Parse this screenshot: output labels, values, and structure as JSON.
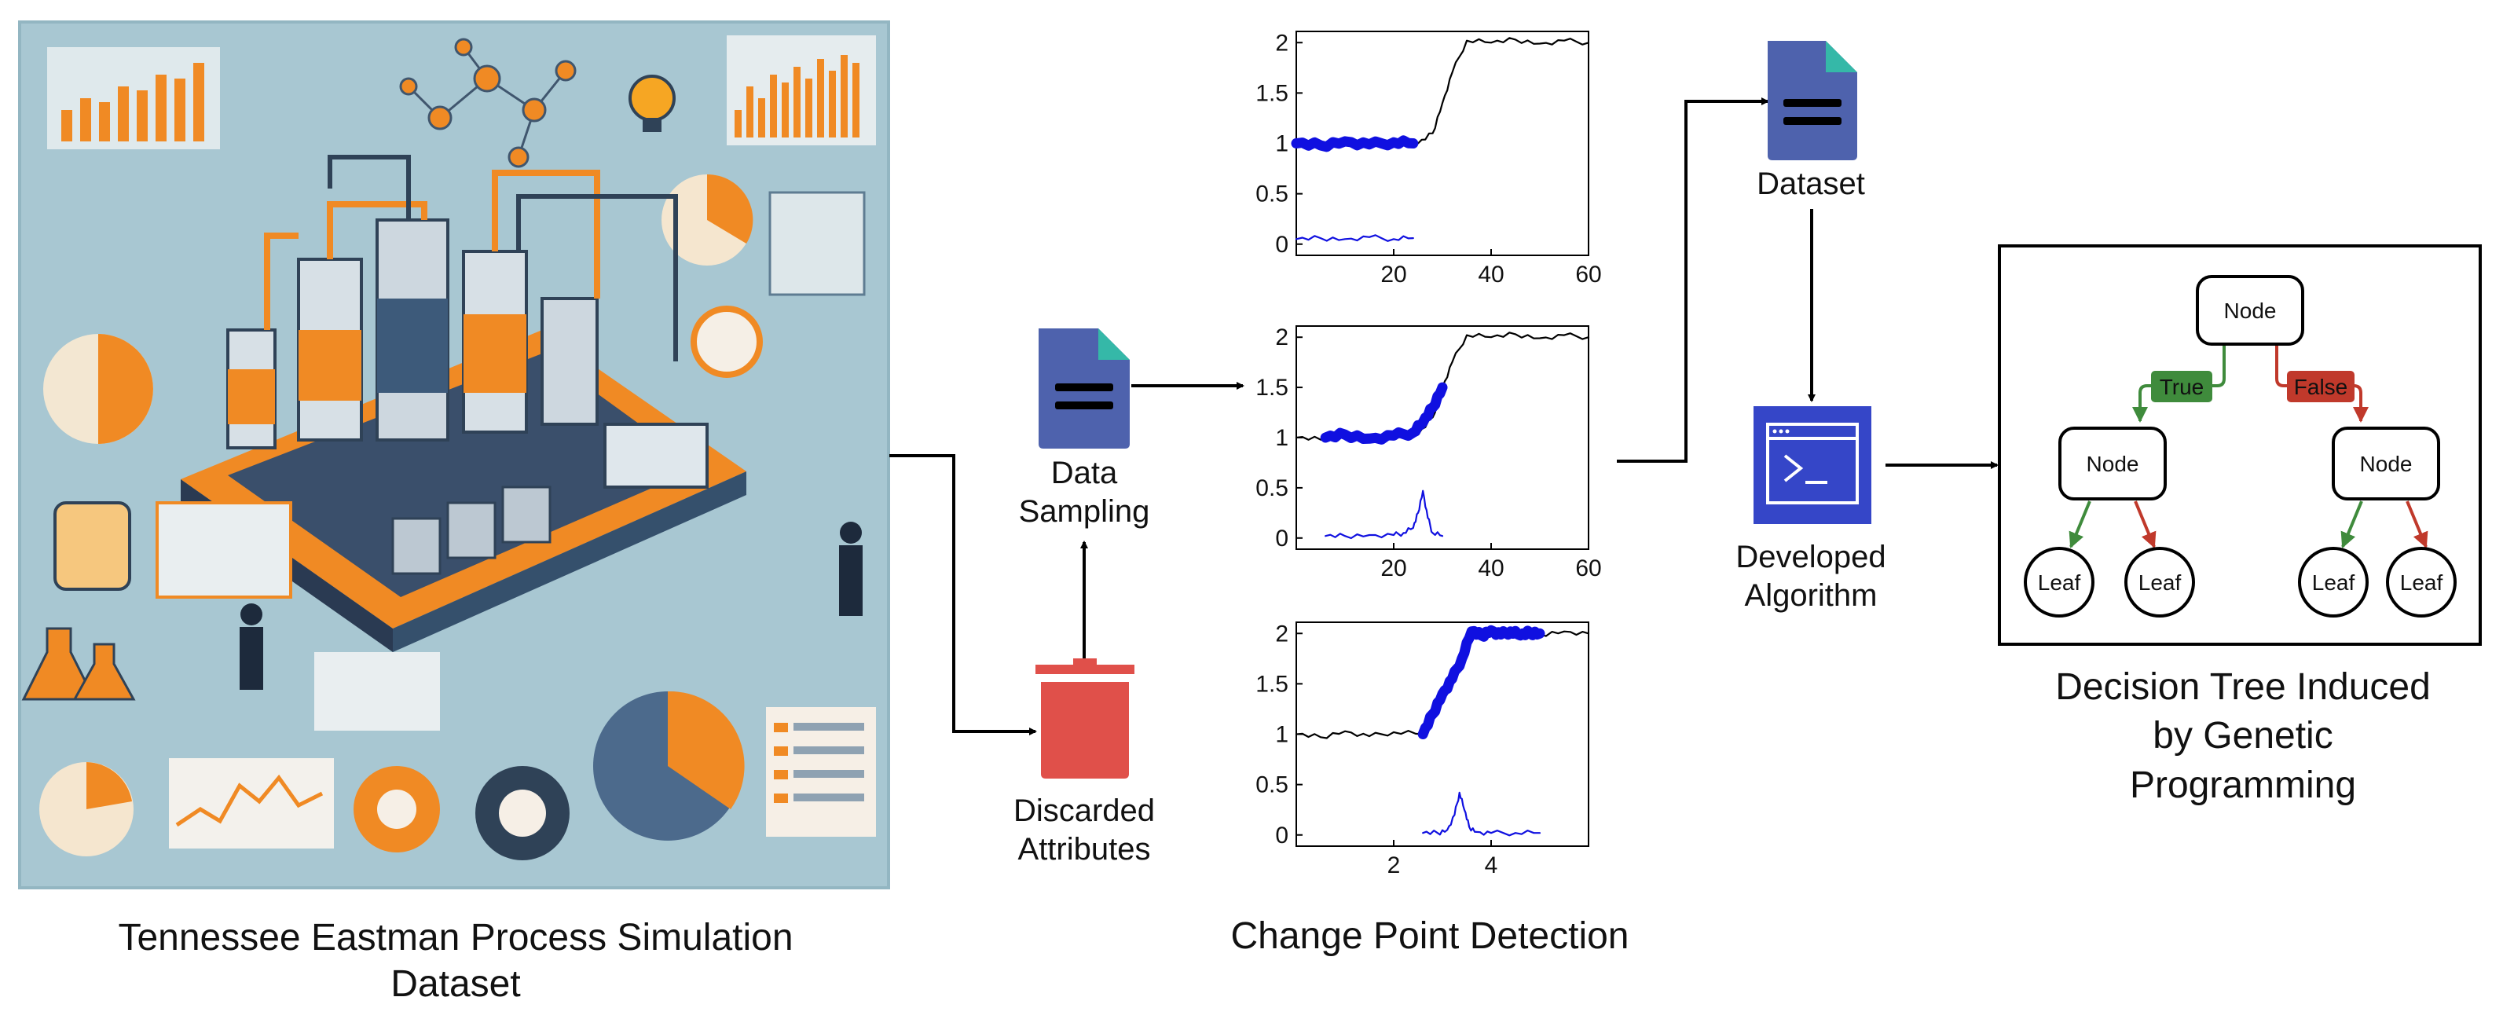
{
  "labels": {
    "tep_dataset_line1": "Tennessee Eastman Process Simulation",
    "tep_dataset_line2": "Dataset",
    "data_sampling_line1": "Data",
    "data_sampling_line2": "Sampling",
    "discarded_line1": "Discarded",
    "discarded_line2": "Attributes",
    "change_point": "Change Point Detection",
    "dataset": "Dataset",
    "algorithm_line1": "Developed",
    "algorithm_line2": "Algorithm",
    "dt_line1": "Decision Tree Induced",
    "dt_line2": "by Genetic",
    "dt_line3": "Programming"
  },
  "icons": {
    "process_image": "industrial-process-infographic-icon",
    "data_sampling": "document-icon",
    "discarded": "trash-icon",
    "dataset": "document-icon",
    "algorithm": "terminal-window-icon"
  },
  "colors": {
    "doc_blue": "#4e62ad",
    "doc_corner": "#35b8a8",
    "trash_red": "#e0504a",
    "algo_blue": "#3546c8",
    "true_green": "#3f8b3c",
    "false_red": "#c0392b",
    "series_blue": "#1010e0"
  },
  "tree": {
    "root": "Node",
    "left": "Node",
    "right": "Node",
    "leaves": [
      "Leaf",
      "Leaf",
      "Leaf",
      "Leaf"
    ],
    "true_label": "True",
    "false_label": "False"
  },
  "chart_data": [
    {
      "type": "line",
      "xlim": [
        0,
        60
      ],
      "ylim": [
        0,
        2
      ],
      "xticks": [
        20,
        40,
        60
      ],
      "yticks": [
        0,
        0.5,
        1,
        1.5,
        2
      ],
      "ytick_labels": [
        "0",
        "0.5",
        "1",
        "1.5",
        "2"
      ],
      "series": [
        {
          "role": "signal",
          "x": [
            0,
            5,
            10,
            15,
            20,
            25,
            28,
            30,
            32,
            35,
            40,
            45,
            50,
            55,
            60
          ],
          "values": [
            1.0,
            0.98,
            1.02,
            0.99,
            1.01,
            1.0,
            1.1,
            1.4,
            1.7,
            2.02,
            2.0,
            2.03,
            1.99,
            2.02,
            2.0
          ]
        },
        {
          "role": "window",
          "x": [
            0,
            5,
            10,
            15,
            20,
            24
          ],
          "values": [
            1.0,
            0.98,
            1.02,
            0.99,
            1.01,
            1.0
          ]
        },
        {
          "role": "score",
          "x": [
            0,
            5,
            10,
            15,
            20,
            24
          ],
          "values": [
            0.05,
            0.06,
            0.05,
            0.07,
            0.05,
            0.06
          ]
        }
      ]
    },
    {
      "type": "line",
      "xlim": [
        0,
        60
      ],
      "ylim": [
        0,
        2
      ],
      "xticks": [
        20,
        40,
        60
      ],
      "yticks": [
        0,
        0.5,
        1,
        1.5,
        2
      ],
      "ytick_labels": [
        "0",
        "0.5",
        "1",
        "1.5",
        "2"
      ],
      "series": [
        {
          "role": "signal",
          "x": [
            0,
            5,
            10,
            15,
            20,
            25,
            28,
            30,
            32,
            35,
            40,
            45,
            50,
            55,
            60
          ],
          "values": [
            1.0,
            0.98,
            1.02,
            0.99,
            1.01,
            1.03,
            1.2,
            1.5,
            1.75,
            2.02,
            2.0,
            2.03,
            1.99,
            2.02,
            2.0
          ]
        },
        {
          "role": "window",
          "x": [
            6,
            10,
            15,
            20,
            24,
            26,
            28,
            30
          ],
          "values": [
            1.0,
            1.03,
            0.99,
            1.02,
            1.05,
            1.15,
            1.3,
            1.5
          ]
        },
        {
          "role": "score",
          "x": [
            6,
            10,
            15,
            20,
            22,
            24,
            25,
            26,
            27,
            28,
            30
          ],
          "values": [
            0.02,
            0.02,
            0.03,
            0.03,
            0.05,
            0.1,
            0.25,
            0.47,
            0.2,
            0.05,
            0.02
          ]
        }
      ]
    },
    {
      "type": "line",
      "xlim": [
        0,
        6
      ],
      "ylim": [
        0,
        2
      ],
      "xticks": [
        2,
        4
      ],
      "yticks": [
        0,
        0.5,
        1,
        1.5,
        2
      ],
      "ytick_labels": [
        "0",
        "0.5",
        "1",
        "1.5",
        "2"
      ],
      "series": [
        {
          "role": "signal",
          "x": [
            0,
            0.5,
            1,
            1.5,
            2,
            2.6,
            3.0,
            3.3,
            3.6,
            4.0,
            4.5,
            5.0,
            5.5,
            6.0
          ],
          "values": [
            1.0,
            0.97,
            1.03,
            0.98,
            1.02,
            1.0,
            1.35,
            1.65,
            2.02,
            1.98,
            2.03,
            1.99,
            2.02,
            2.0
          ]
        },
        {
          "role": "window",
          "x": [
            2.6,
            2.8,
            3.0,
            3.2,
            3.4,
            3.6,
            3.8,
            4.0,
            4.2,
            4.4,
            4.6,
            4.8,
            5.0
          ],
          "values": [
            1.0,
            1.2,
            1.4,
            1.55,
            1.75,
            2.02,
            1.98,
            2.03,
            1.99,
            2.02,
            1.98,
            2.01,
            2.0
          ]
        },
        {
          "role": "score",
          "x": [
            2.6,
            2.9,
            3.1,
            3.25,
            3.35,
            3.45,
            3.55,
            3.7,
            4.0,
            4.5,
            5.0
          ],
          "values": [
            0.02,
            0.02,
            0.05,
            0.2,
            0.42,
            0.25,
            0.08,
            0.03,
            0.02,
            0.02,
            0.02
          ]
        }
      ]
    }
  ]
}
